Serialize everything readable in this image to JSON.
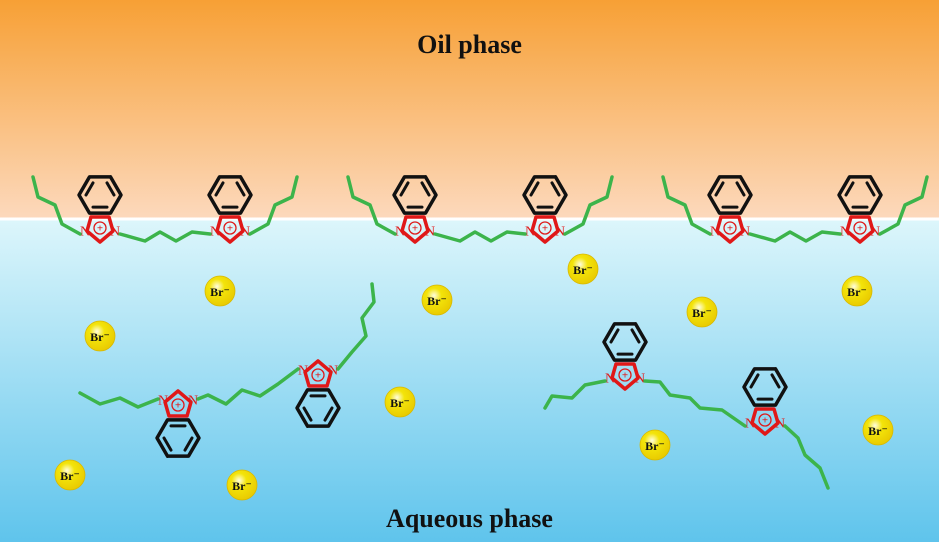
{
  "diagram": {
    "oil_phase_label": "Oil phase",
    "aqueous_phase_label": "Aqueous phase",
    "counterion_label": "Br⁻",
    "nitrogen_label": "N",
    "charge_symbol": "+",
    "colors": {
      "oil_top": "#f7a035",
      "oil_bottom": "#fcd9bd",
      "water_top": "#ddf6fb",
      "water_bottom": "#5fc4ec",
      "alkyl_chain": "#3cb44b",
      "imidazolium_ring": "#e01818",
      "benzene_ring": "#111111",
      "counterion_fill": "#f3e40a"
    }
  }
}
